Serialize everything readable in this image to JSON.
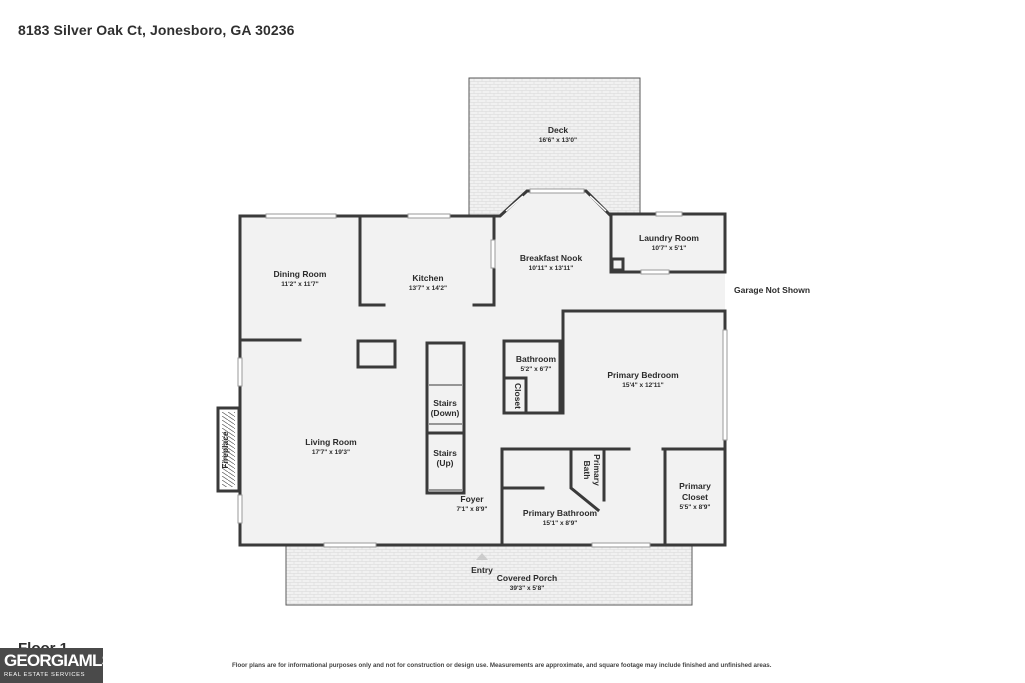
{
  "header": {
    "address": "8183 Silver Oak Ct, Jonesboro, GA 30236"
  },
  "rooms": {
    "deck": {
      "name": "Deck",
      "dims": "16'6\" x 13'0\""
    },
    "laundry_room": {
      "name": "Laundry Room",
      "dims": "10'7\" x 5'1\""
    },
    "breakfast_nook": {
      "name": "Breakfast Nook",
      "dims": "10'11\" x 13'11\""
    },
    "kitchen": {
      "name": "Kitchen",
      "dims": "13'7\" x 14'2\""
    },
    "dining_room": {
      "name": "Dining Room",
      "dims": "11'2\" x 11'7\""
    },
    "living_room": {
      "name": "Living Room",
      "dims": "17'7\" x 19'3\""
    },
    "bathroom": {
      "name": "Bathroom",
      "dims": "5'2\" x 6'7\""
    },
    "primary_bedroom": {
      "name": "Primary Bedroom",
      "dims": "15'4\" x 12'11\""
    },
    "foyer": {
      "name": "Foyer",
      "dims": "7'1\" x 8'9\""
    },
    "primary_bathroom": {
      "name": "Primary Bathroom",
      "dims": "15'1\" x 8'9\""
    },
    "primary_closet": {
      "name_line1": "Primary",
      "name_line2": "Closet",
      "dims": "5'5\" x 8'9\""
    },
    "covered_porch": {
      "name": "Covered Porch",
      "dims": "39'3\" x 5'8\""
    }
  },
  "labels": {
    "closet": "Closet",
    "stairs_down_line1": "Stairs",
    "stairs_down_line2": "(Down)",
    "stairs_up_line1": "Stairs",
    "stairs_up_line2": "(Up)",
    "primary_bath_line1": "Primary",
    "primary_bath_line2": "Bath",
    "fireplace": "Fireplace",
    "entry": "Entry",
    "garage_note": "Garage Not Shown"
  },
  "footer": {
    "floor_label": "Floor 1",
    "logo_main": "GEORGIAMLS",
    "logo_sub": "REAL ESTATE SERVICES",
    "disclaimer": "Floor plans are for informational purposes only and not for construction or design use. Measurements are approximate, and square footage may include finished and unfinished areas."
  }
}
